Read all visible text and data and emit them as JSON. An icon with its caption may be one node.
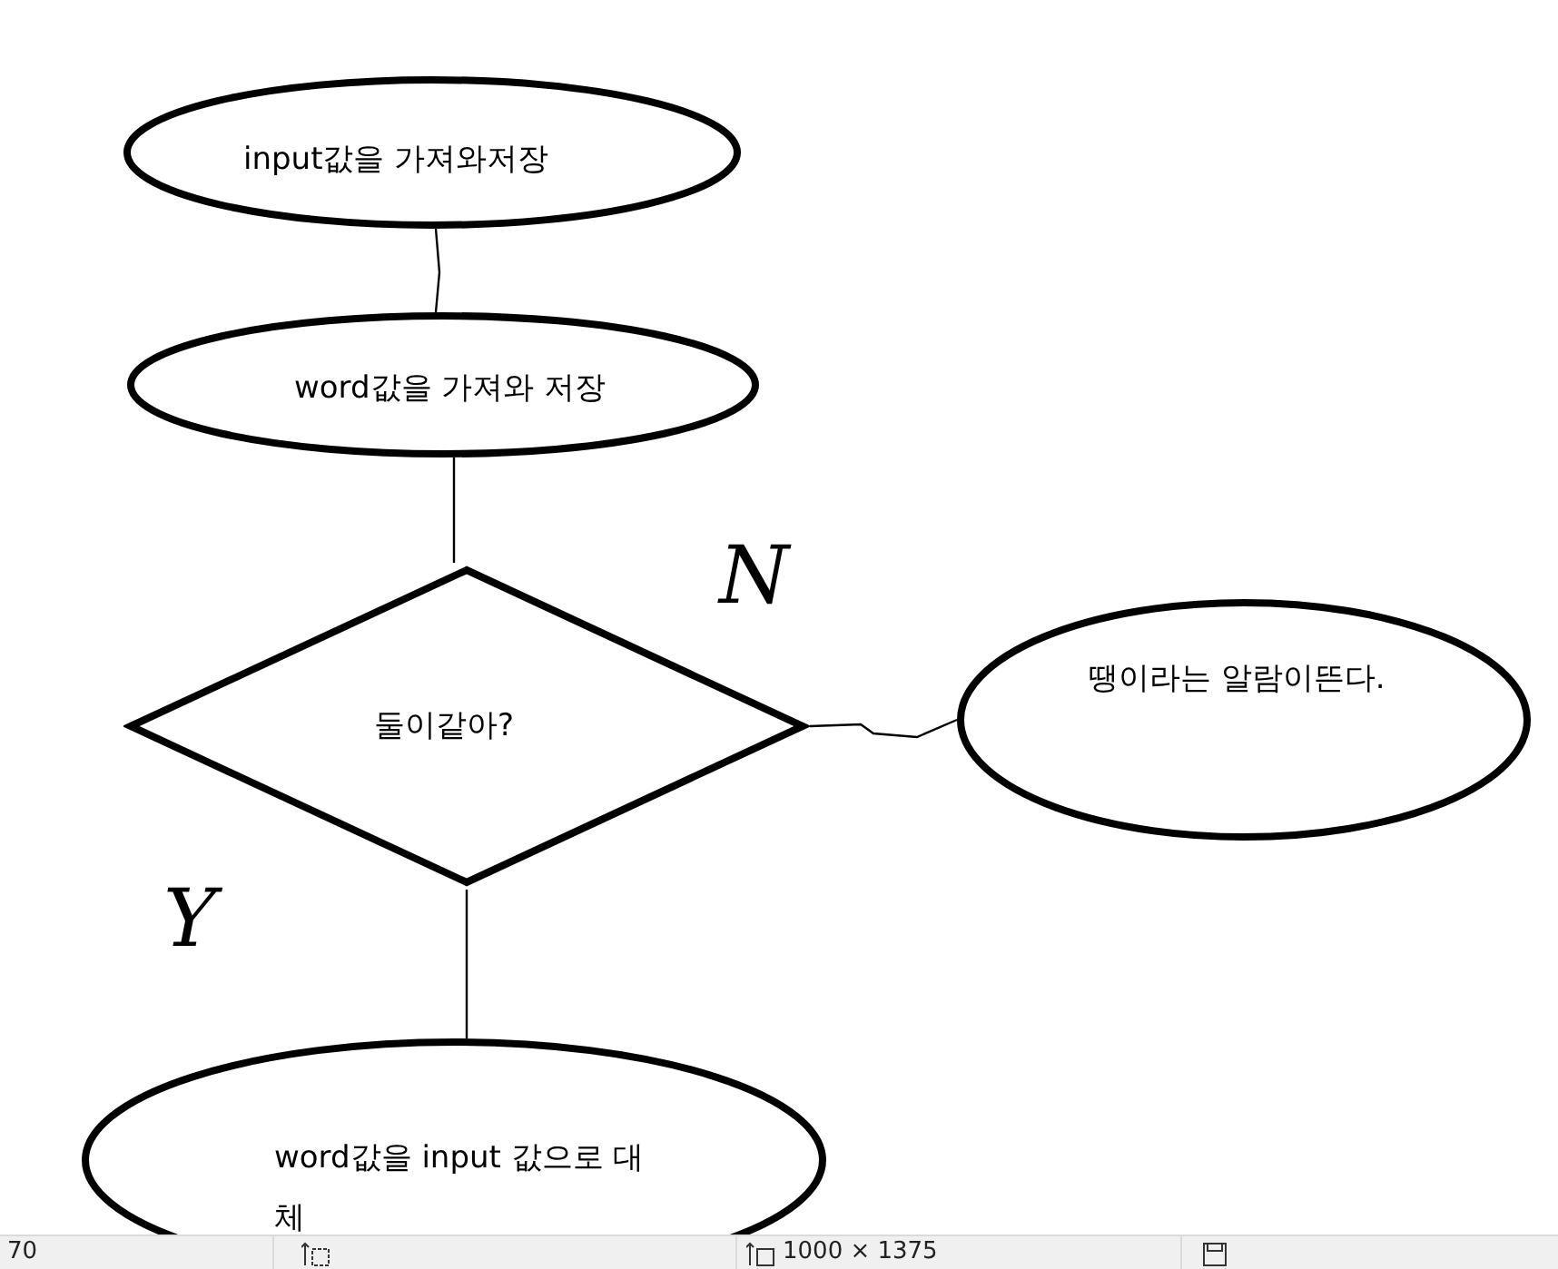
{
  "diagram": {
    "nodes": [
      {
        "text": [
          "input값을 가져와저장"
        ]
      },
      {
        "text": [
          "word값을 가져와 저장"
        ]
      },
      {
        "text": [
          "둘이같아?"
        ]
      },
      {
        "text": [
          "땡이라는 알람이뜬다."
        ]
      },
      {
        "text": [
          "word값을 input 값으로 대체"
        ]
      }
    ],
    "edges": [
      {
        "from": 0,
        "to": 1,
        "arrow": "none"
      },
      {
        "from": 1,
        "to": 2,
        "arrow": "none"
      },
      {
        "from": 2,
        "to": 3,
        "arrow": "none",
        "label": "N"
      },
      {
        "from": 2,
        "to": 4,
        "arrow": "none",
        "label": "Y"
      }
    ],
    "labels": [
      "70",
      "1000 × 1375"
    ]
  }
}
